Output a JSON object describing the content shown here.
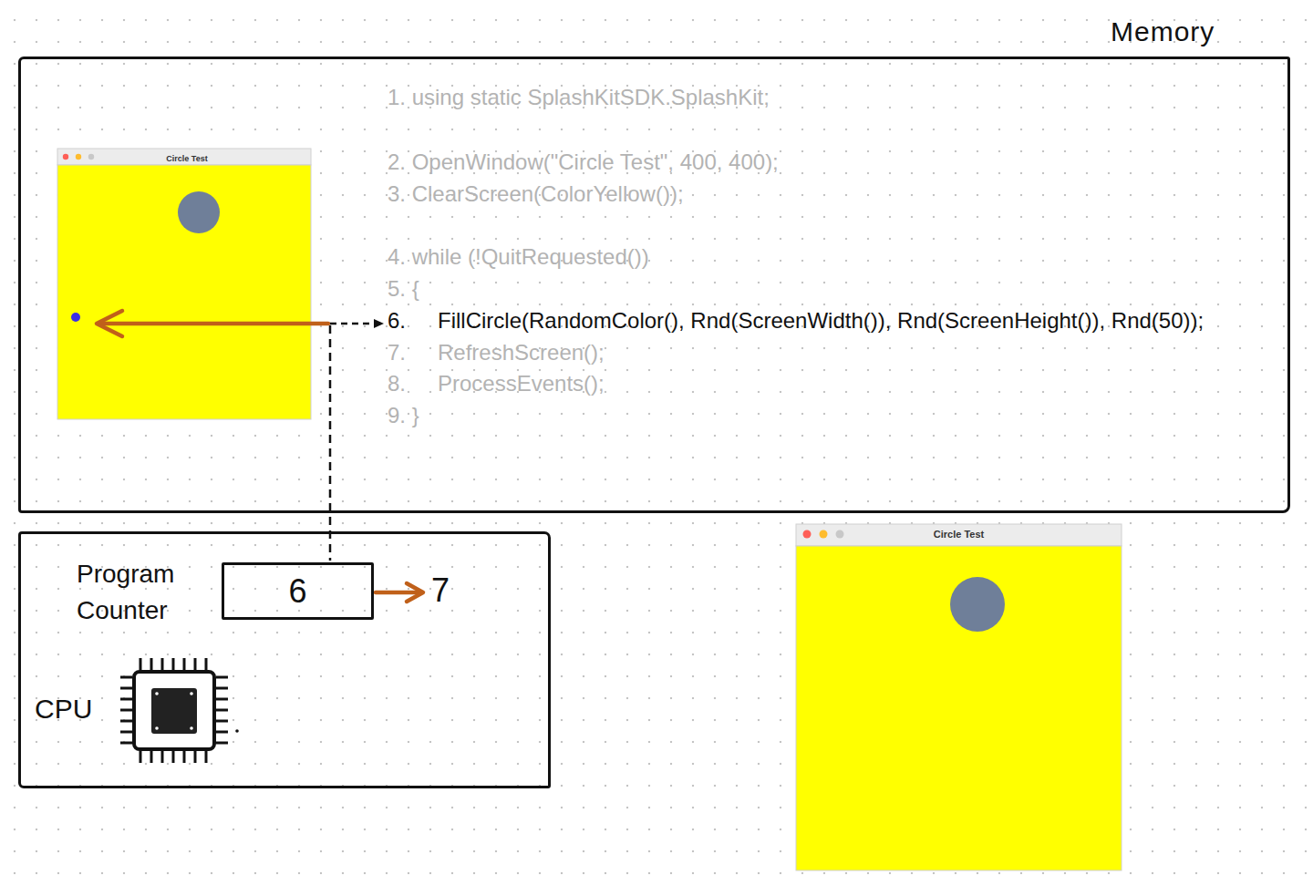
{
  "diagram": {
    "nodes": [
      {
        "text": [
          "Memory"
        ]
      },
      {
        "text": [
          "Circle Test"
        ],
        "in": 0
      },
      {
        "text": [
          "CPU"
        ]
      },
      {
        "text": [
          "Program Counter",
          "6"
        ],
        "in": 2
      },
      {
        "text": [
          "Circle Test"
        ]
      }
    ],
    "labels": [
      "1. using static SplashKitSDK.SplashKit;",
      "2. OpenWindow(\"Circle Test\", 400, 400);",
      "3. ClearScreen(ColorYellow());",
      "4. while (!QuitRequested())",
      "5. {",
      "6.",
      "FillCircle(RandomColor(), Rnd(ScreenWidth()), Rnd(ScreenHeight()), Rnd(50));",
      "7.",
      "RefreshScreen();",
      "8.",
      "ProcessEvents();",
      "9. }",
      "7"
    ]
  }
}
